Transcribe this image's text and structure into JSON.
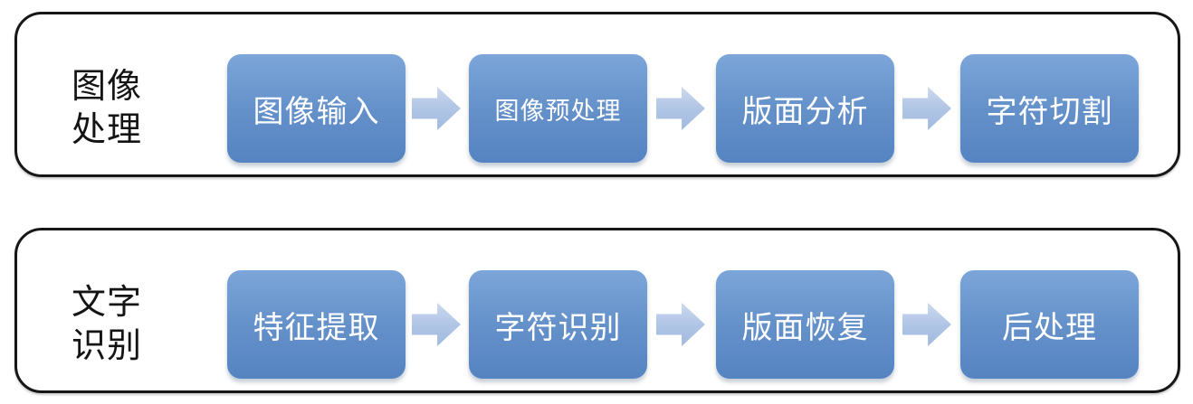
{
  "diagram": {
    "type": "flowchart",
    "description": "OCR pipeline diagram with two process rows",
    "rows": [
      {
        "label_lines": [
          "图像",
          "处理"
        ],
        "steps": [
          "图像输入",
          "图像预处理",
          "版面分析",
          "字符切割"
        ]
      },
      {
        "label_lines": [
          "文字",
          "识别"
        ],
        "steps": [
          "特征提取",
          "字符识别",
          "版面恢复",
          "后处理"
        ]
      }
    ],
    "arrow_icon": "block-arrow-right",
    "colors": {
      "box_gradient_top": "#7ca6d9",
      "box_gradient_bottom": "#5584c2",
      "box_text": "#ffffff",
      "arrow_gradient_top": "#ccd9ee",
      "arrow_gradient_bottom": "#9fbadf",
      "panel_border": "#161616",
      "label_text": "#141414",
      "background": "#ffffff"
    }
  }
}
